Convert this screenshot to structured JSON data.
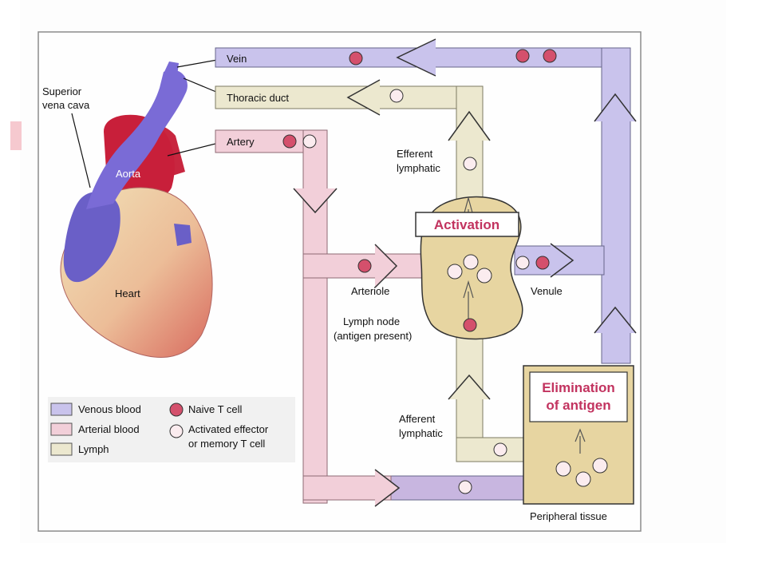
{
  "labels": {
    "vein": "Vein",
    "thoracic_duct": "Thoracic duct",
    "artery": "Artery",
    "superior_vena_cava_1": "Superior",
    "superior_vena_cava_2": "vena cava",
    "aorta": "Aorta",
    "heart": "Heart",
    "efferent_1": "Efferent",
    "efferent_2": "lymphatic",
    "activation": "Activation",
    "arteriole": "Arteriole",
    "venule": "Venule",
    "lymph_node_1": "Lymph node",
    "lymph_node_2": "(antigen present)",
    "afferent_1": "Afferent",
    "afferent_2": "lymphatic",
    "elimination_1": "Elimination",
    "elimination_2": "of antigen",
    "peripheral_tissue": "Peripheral tissue"
  },
  "legend": {
    "venous": "Venous blood",
    "arterial": "Arterial blood",
    "lymph": "Lymph",
    "naive": "Naive T cell",
    "activated_1": "Activated effector",
    "activated_2": "or memory T cell"
  },
  "colors": {
    "venous": "#c9c3ec",
    "arterial": "#f2cfd9",
    "lymph": "#ece8cf",
    "naive_cell": "#d4506c",
    "activated_cell": "#fbecef",
    "tissue": "#e7d5a1",
    "accent_text": "#c2335f"
  }
}
